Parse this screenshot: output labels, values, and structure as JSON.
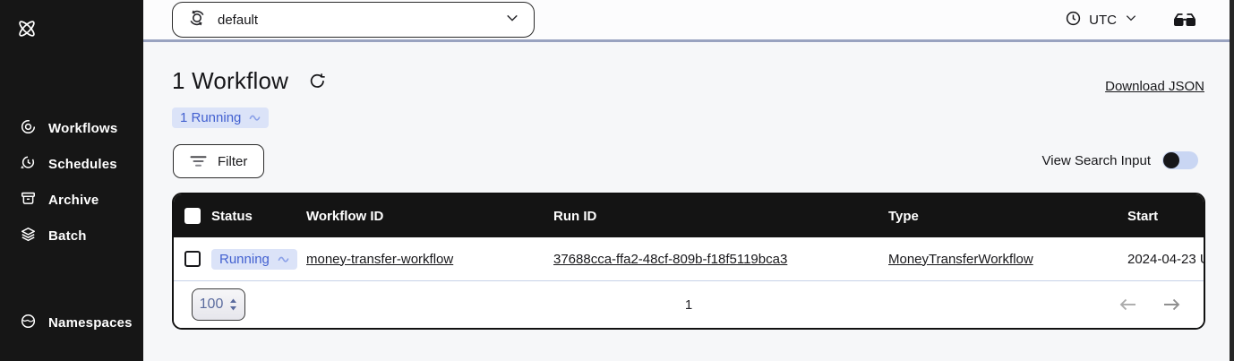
{
  "colors": {
    "sidebar_bg": "#161616",
    "table_header_bg": "#141414",
    "accent_blue": "#4361d0",
    "badge_bg": "#dbe3f8",
    "topbar_border": "#99a3c0",
    "toggle_track": "#c9d6f3",
    "row_divider": "#c7d1e8",
    "page_bg": "#f6f7f9"
  },
  "sidebar": {
    "logo_icon": "temporal-logo-icon",
    "items": [
      {
        "icon": "workflows-icon",
        "label": "Workflows"
      },
      {
        "icon": "schedules-icon",
        "label": "Schedules"
      },
      {
        "icon": "archive-icon",
        "label": "Archive"
      },
      {
        "icon": "batch-icon",
        "label": "Batch"
      }
    ],
    "bottom_items": [
      {
        "icon": "namespaces-icon",
        "label": "Namespaces"
      }
    ]
  },
  "topbar": {
    "namespace_select": {
      "icon": "namespace-icon",
      "value": "default",
      "chevron": "chevron-down-icon"
    },
    "timezone": {
      "icon": "clock-icon",
      "label": "UTC",
      "chevron": "chevron-down-icon"
    },
    "labs_icon": "glasses-icon"
  },
  "main": {
    "title": "1 Workflow",
    "refresh_icon": "refresh-icon",
    "running_badge": {
      "label": "1 Running",
      "icon": "pulse-icon"
    },
    "download_json_label": "Download JSON",
    "filter": {
      "icon": "filter-icon",
      "label": "Filter"
    },
    "view_search_input": {
      "label": "View Search Input",
      "state": "off"
    },
    "table": {
      "columns": [
        "Status",
        "Workflow ID",
        "Run ID",
        "Type",
        "Start"
      ],
      "rows": [
        {
          "status": "Running",
          "workflow_id": "money-transfer-workflow",
          "run_id": "37688cca-ffa2-48cf-809b-f18f5119bca3",
          "type": "MoneyTransferWorkflow",
          "start": "2024-04-23 U"
        }
      ],
      "pagination": {
        "page_size": "100",
        "current_page": "1"
      }
    }
  }
}
